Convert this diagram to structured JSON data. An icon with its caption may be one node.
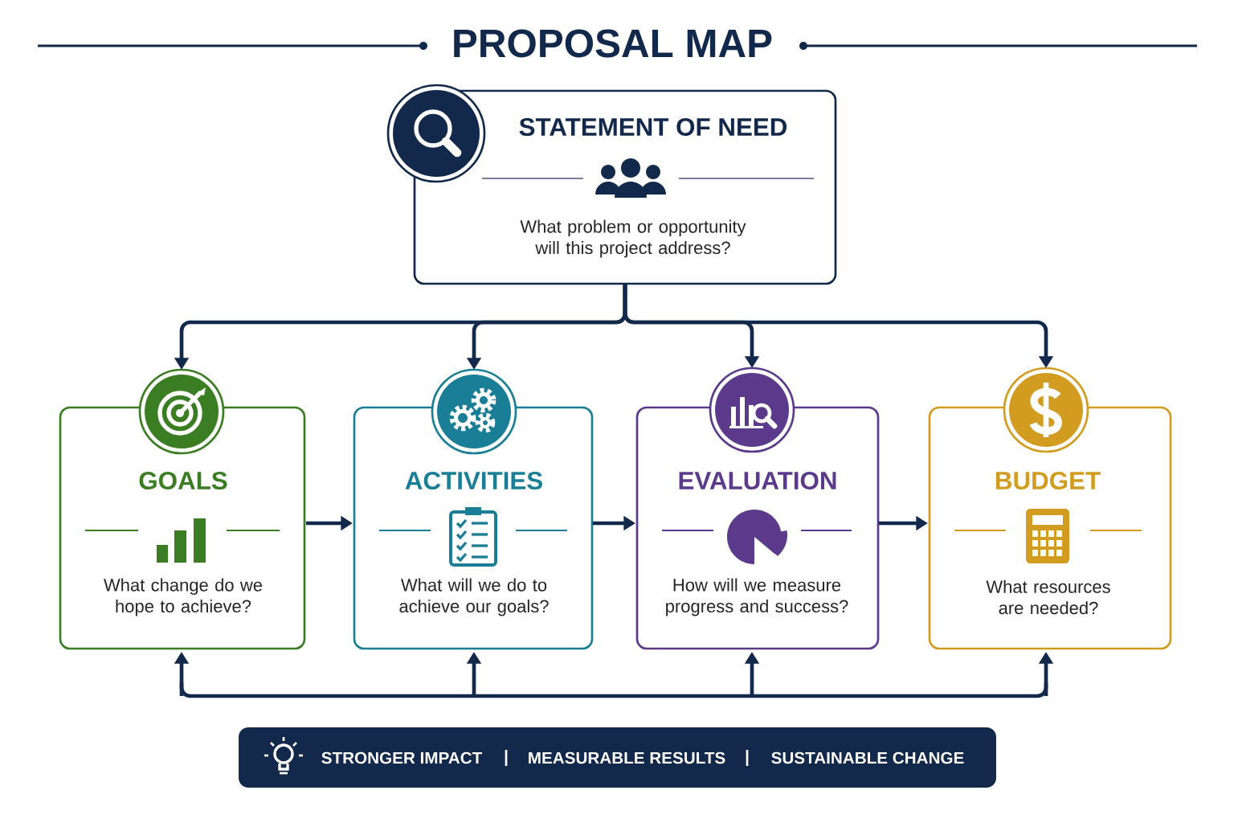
{
  "diagram": {
    "title": "PROPOSAL MAP",
    "nodes": [
      {
        "text": [
          "STATEMENT OF NEED",
          "What problem or opportunity will this project address?"
        ]
      },
      {
        "text": [
          "GOALS",
          "What change do we hope to achieve?"
        ]
      },
      {
        "text": [
          "ACTIVITIES",
          "What will we do to achieve our goals?"
        ]
      },
      {
        "text": [
          "EVALUATION",
          "How will we measure progress and success?"
        ]
      },
      {
        "text": [
          "BUDGET",
          "What resources are needed?"
        ]
      },
      {
        "text": [
          "STRONGER IMPACT",
          "MEASURABLE RESULTS",
          "SUSTAINABLE CHANGE"
        ]
      }
    ],
    "edges": [
      {
        "from": 0,
        "to": 1,
        "arrow": "to"
      },
      {
        "from": 0,
        "to": 2,
        "arrow": "to"
      },
      {
        "from": 0,
        "to": 3,
        "arrow": "to"
      },
      {
        "from": 0,
        "to": 4,
        "arrow": "to"
      },
      {
        "from": 1,
        "to": 2,
        "arrow": "to"
      },
      {
        "from": 2,
        "to": 3,
        "arrow": "to"
      },
      {
        "from": 3,
        "to": 4,
        "arrow": "to"
      },
      {
        "from": null,
        "to": 1,
        "arrow": "to"
      },
      {
        "from": null,
        "to": 2,
        "arrow": "to"
      },
      {
        "from": null,
        "to": 3,
        "arrow": "to"
      },
      {
        "from": null,
        "to": 4,
        "arrow": "to"
      }
    ]
  }
}
